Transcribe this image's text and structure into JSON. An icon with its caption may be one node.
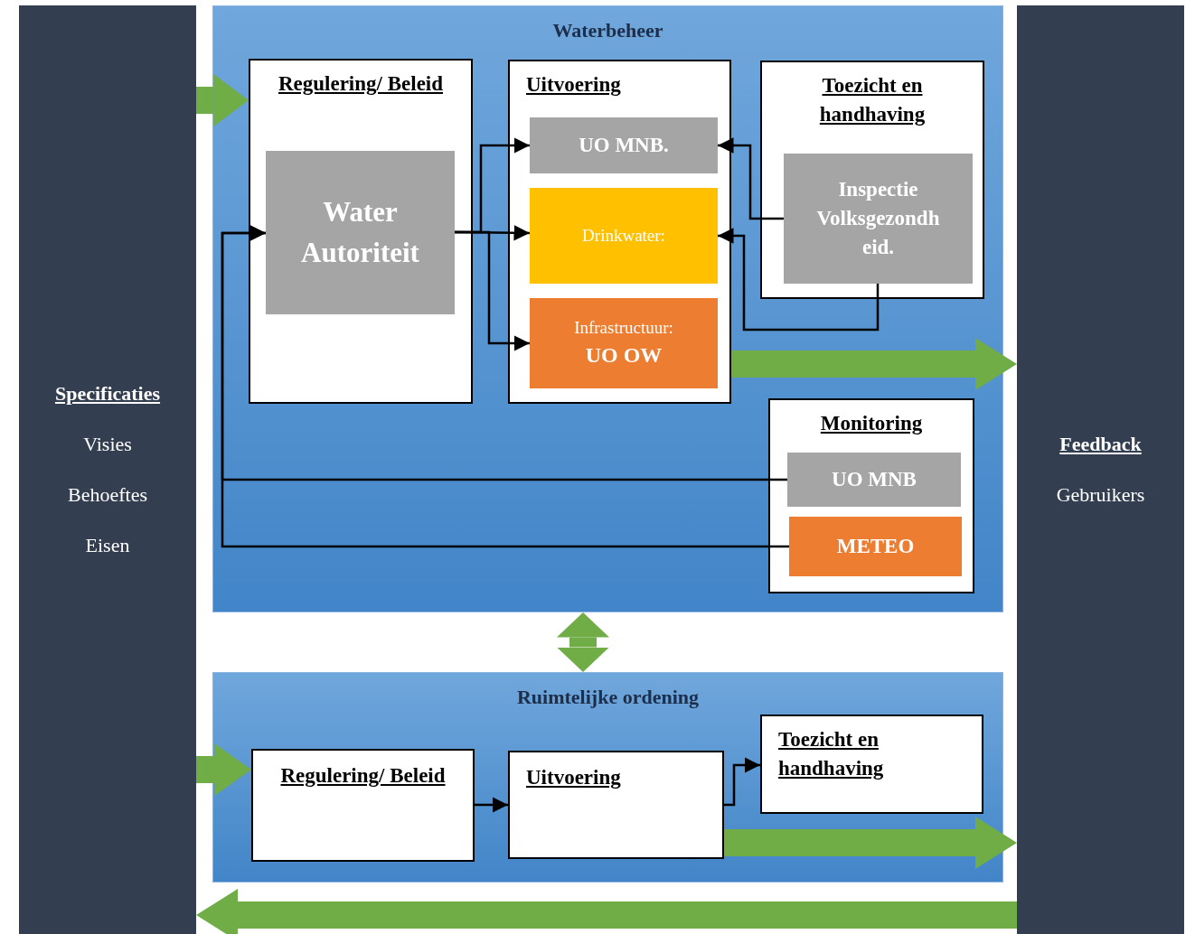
{
  "diagram": {
    "nodes": [
      {
        "text": [
          "Specificaties",
          "Visies",
          "Behoeftes",
          "Eisen"
        ]
      },
      {
        "text": [
          "Feedback",
          "Gebruikers"
        ]
      },
      {
        "text": [
          "Waterbeheer"
        ]
      },
      {
        "text": [
          "Regulering/ Beleid"
        ],
        "in": 2
      },
      {
        "text": [
          "Water Autoriteit"
        ],
        "in": 3
      },
      {
        "text": [
          "Uitvoering"
        ],
        "in": 2
      },
      {
        "text": [
          "UO MNB."
        ],
        "in": 5
      },
      {
        "text": [
          "Drinkwater:"
        ],
        "in": 5
      },
      {
        "text": [
          "Infrastructuur:",
          "UO OW"
        ],
        "in": 5
      },
      {
        "text": [
          "Toezicht en handhaving"
        ],
        "in": 2
      },
      {
        "text": [
          "Inspectie Volksgezondh eid."
        ],
        "in": 9
      },
      {
        "text": [
          "Monitoring"
        ],
        "in": 2
      },
      {
        "text": [
          "UO MNB"
        ],
        "in": 11
      },
      {
        "text": [
          "METEO"
        ],
        "in": 11
      },
      {
        "text": [
          "Ruimtelijke ordening"
        ]
      },
      {
        "text": [
          "Regulering/ Beleid"
        ],
        "in": 14
      },
      {
        "text": [
          "Uitvoering"
        ],
        "in": 14
      },
      {
        "text": [
          "Toezicht en handhaving"
        ],
        "in": 14
      }
    ],
    "edges": [
      {
        "from": 0,
        "to": 3,
        "arrow": "to",
        "style": "thick",
        "color": "#70ad47"
      },
      {
        "from": 4,
        "to": 6,
        "arrow": "to"
      },
      {
        "from": 4,
        "to": 7,
        "arrow": "to"
      },
      {
        "from": 4,
        "to": 8,
        "arrow": "to"
      },
      {
        "from": 10,
        "to": 6,
        "arrow": "to"
      },
      {
        "from": 10,
        "to": 7,
        "arrow": "to"
      },
      {
        "from": 12,
        "to": 4,
        "arrow": "to"
      },
      {
        "from": 13,
        "to": 4,
        "arrow": "to"
      },
      {
        "from": 5,
        "to": 1,
        "arrow": "to",
        "style": "thick",
        "color": "#70ad47"
      },
      {
        "from": 2,
        "to": 14,
        "arrow": "both",
        "style": "thick",
        "color": "#70ad47"
      },
      {
        "from": 0,
        "to": 15,
        "arrow": "to",
        "style": "thick",
        "color": "#70ad47"
      },
      {
        "from": 15,
        "to": 16,
        "arrow": "to"
      },
      {
        "from": 16,
        "to": 17,
        "arrow": "to"
      },
      {
        "from": 16,
        "to": 1,
        "arrow": "to",
        "style": "thick",
        "color": "#70ad47"
      },
      {
        "from": 1,
        "to": 0,
        "arrow": "to",
        "style": "thick",
        "color": "#70ad47"
      }
    ]
  }
}
